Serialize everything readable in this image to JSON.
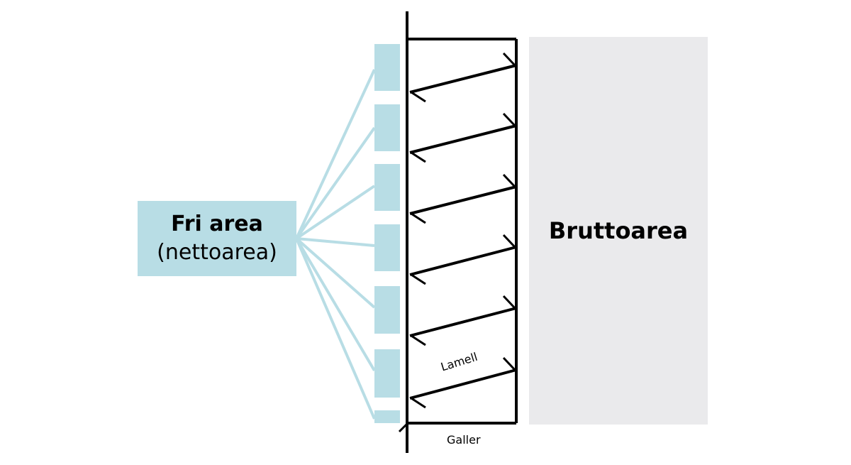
{
  "colors": {
    "free_area": "#b8dde5",
    "gross_area": "#eaeaec",
    "lines": "#000000",
    "connectors": "#b8dde5"
  },
  "free_area": {
    "title": "Fri area",
    "subtitle": "(nettoarea)"
  },
  "gross_area": {
    "title": "Bruttoarea"
  },
  "labels": {
    "lamell": "Lamell",
    "galler": "Galler"
  }
}
